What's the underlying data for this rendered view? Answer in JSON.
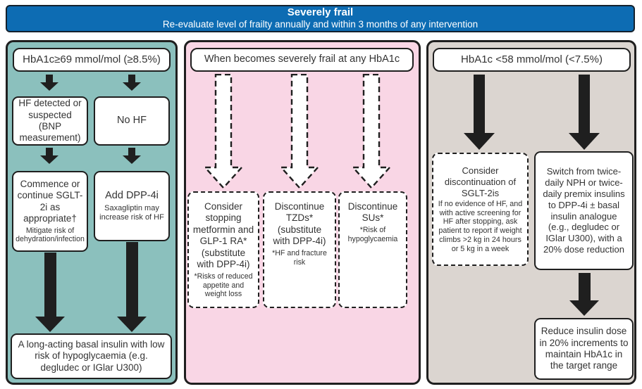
{
  "banner": {
    "title": "Severely frail",
    "subtitle": "Re-evaluate level of frailty annually and within 3 months of any intervention"
  },
  "colors": {
    "banner_blue": "#0d6cb3",
    "panel_teal": "#8bc0bd",
    "panel_pink": "#f9d6e5",
    "panel_gray": "#dbd5d0",
    "line": "#1f1f1f",
    "text": "#333333"
  },
  "left_panel": {
    "header": "HbA1c≥69 mmol/mol (≥8.5%)",
    "hf_box": "HF detected or suspected (BNP measurement)",
    "no_hf_box": "No HF",
    "sglt2i_box": {
      "main": "Commence or continue SGLT-2i as appropriate†",
      "note": "Mitigate risk of dehydration/infection"
    },
    "dpp4i_box": {
      "main": "Add DPP-4i",
      "note": "Saxagliptin may increase risk of HF"
    },
    "outcome_box": "A long-acting basal insulin with low risk of hypoglycaemia (e.g. degludec or IGlar U300)"
  },
  "middle_panel": {
    "header": "When becomes severely frail at any HbA1c",
    "boxes": [
      {
        "main": "Consider stopping metformin and GLP-1 RA* (substitute with DPP-4i)",
        "note": "*Risks of reduced appetite and weight loss"
      },
      {
        "main": "Discontinue TZDs* (substitute with DPP-4i)",
        "note": "*HF and fracture risk"
      },
      {
        "main": "Discontinue SUs*",
        "note": "*Risk of hypoglycaemia"
      }
    ]
  },
  "right_panel": {
    "header": "HbA1c <58 mmol/mol (<7.5%)",
    "discontinue_sglt2is_box": {
      "main": "Consider discontinuation of SGLT-2is",
      "note": "If no evidence of HF, and with active screening for HF after stopping, ask patient to report if weight climbs >2 kg in 24 hours or 5 kg in a week"
    },
    "switch_box": "Switch from twice-daily NPH or twice-daily premix insulins to DPP-4i ± basal insulin analogue (e.g., degludec or IGlar U300), with a 20% dose reduction",
    "outcome_box": "Reduce insulin dose in 20% increments to maintain HbA1c in the target range"
  }
}
